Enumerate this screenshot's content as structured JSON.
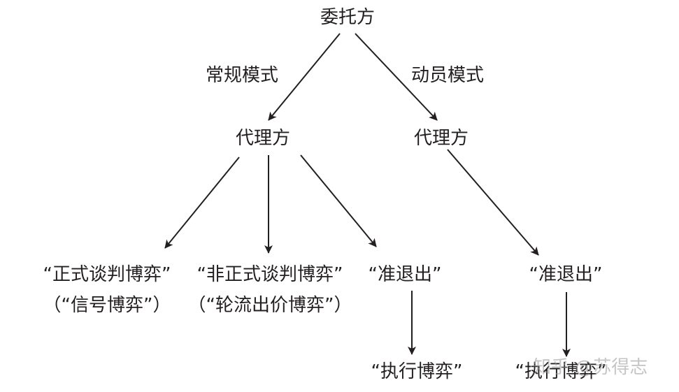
{
  "diagram": {
    "nodes": {
      "client": {
        "lines": [
          "委托方"
        ]
      },
      "agent_left": {
        "lines": [
          "代理方"
        ]
      },
      "agent_right": {
        "lines": [
          "代理方"
        ]
      },
      "formal_game": {
        "lines": [
          "“正式谈判博弈”",
          "（“信号博弈”）"
        ]
      },
      "informal_game": {
        "lines": [
          "“非正式谈判博弈”",
          "（“轮流出价博弈”）"
        ]
      },
      "quasi_exit_left": {
        "lines": [
          "“准退出”"
        ]
      },
      "quasi_exit_right": {
        "lines": [
          "“准退出”"
        ]
      },
      "execution_left": {
        "lines": [
          "“执行博弈”"
        ]
      },
      "execution_right": {
        "lines": [
          "“执行博弈”"
        ]
      }
    },
    "edge_labels": {
      "normal_mode": "常规模式",
      "mobilization_mode": "动员模式"
    },
    "edges": [
      {
        "from": "client",
        "to": "agent_left",
        "label": "normal_mode"
      },
      {
        "from": "client",
        "to": "agent_right",
        "label": "mobilization_mode"
      },
      {
        "from": "agent_left",
        "to": "formal_game"
      },
      {
        "from": "agent_left",
        "to": "informal_game"
      },
      {
        "from": "agent_left",
        "to": "quasi_exit_left"
      },
      {
        "from": "agent_right",
        "to": "quasi_exit_right"
      },
      {
        "from": "quasi_exit_left",
        "to": "execution_left"
      },
      {
        "from": "quasi_exit_right",
        "to": "execution_right"
      }
    ],
    "colors": {
      "ink": "#231f20"
    }
  },
  "watermark": "知乎 @苏得志"
}
